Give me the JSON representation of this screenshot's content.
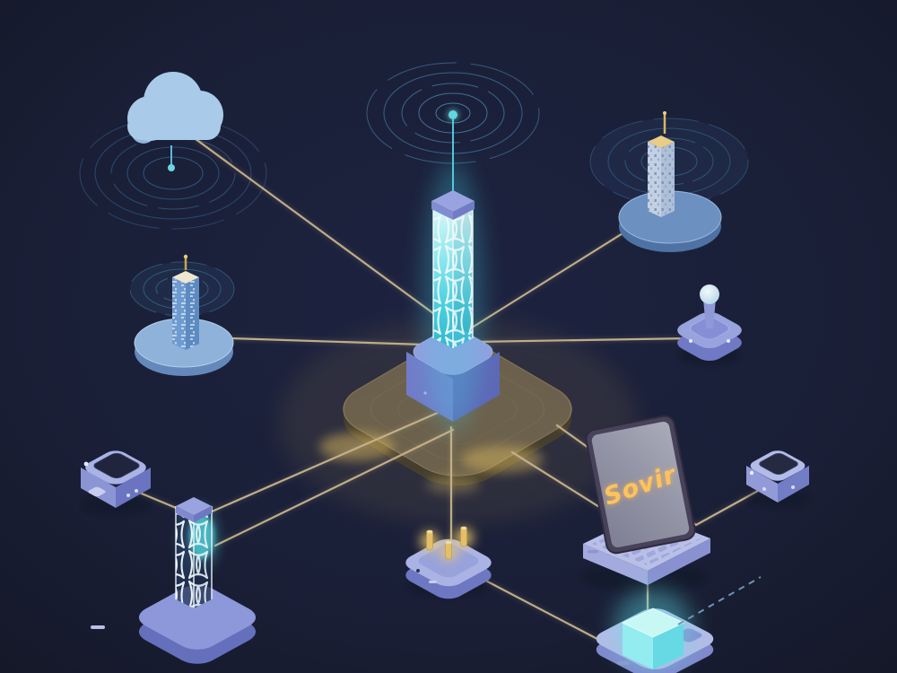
{
  "scene": {
    "description": "Isometric illustration of a communications network: central lattice signal tower on a glowing platform linked to cloud, relay towers, edge devices, a laptop terminal and a data cube",
    "background_color": "#1a1f37",
    "colors": {
      "connection_gold": "#c8b38b",
      "connection_glow": "#ecd9a4",
      "signal_cyan": "#4fc8da",
      "ring_blue": "#3f7099",
      "device_periwinkle": "#9aa4de",
      "platform_olive": "#6f644e",
      "glow_yellow": "#e8c96a",
      "dashed_link_blue": "#6f93b8",
      "screen_text_gold": "#ffc35e"
    },
    "laptop": {
      "screen_text": "Sovir"
    },
    "nodes": [
      {
        "id": "cloud",
        "name": "cloud-service"
      },
      {
        "id": "cloud-rings",
        "name": "cloud-signal-rings"
      },
      {
        "id": "broadcast-rings",
        "name": "broadcast-signal-rings"
      },
      {
        "id": "central-tower",
        "name": "central-signal-tower"
      },
      {
        "id": "platform",
        "name": "glowing-platform"
      },
      {
        "id": "relay-ne",
        "name": "relay-tower-northeast"
      },
      {
        "id": "relay-w",
        "name": "relay-tower-west"
      },
      {
        "id": "joystick",
        "name": "joystick-controller"
      },
      {
        "id": "device-w",
        "name": "edge-device-west"
      },
      {
        "id": "tower-sw",
        "name": "lattice-tower-southwest"
      },
      {
        "id": "pin-connector",
        "name": "pin-connector-module"
      },
      {
        "id": "laptop",
        "name": "laptop-terminal"
      },
      {
        "id": "device-e",
        "name": "edge-device-east"
      },
      {
        "id": "data-cube",
        "name": "glowing-data-cube"
      }
    ],
    "connections": [
      {
        "from": "cloud",
        "to": "platform",
        "style": "gold"
      },
      {
        "from": "platform",
        "to": "relay-ne",
        "style": "gold"
      },
      {
        "from": "relay-w",
        "to": "platform",
        "style": "gold"
      },
      {
        "from": "platform",
        "to": "joystick",
        "style": "gold"
      },
      {
        "from": "platform",
        "to": "tower-sw",
        "style": "gold"
      },
      {
        "from": "platform",
        "to": "tower-sw",
        "style": "gold"
      },
      {
        "from": "platform",
        "to": "pin-connector",
        "style": "gold"
      },
      {
        "from": "pin-connector",
        "to": "data-cube",
        "style": "gold"
      },
      {
        "from": "platform",
        "to": "laptop",
        "style": "gold"
      },
      {
        "from": "device-e",
        "to": "laptop",
        "style": "gold"
      },
      {
        "from": "laptop",
        "to": "data-cube",
        "style": "gold"
      },
      {
        "from": "device-w",
        "to": "tower-sw",
        "style": "gold"
      },
      {
        "from": "broadcast-rings",
        "to": "central-tower",
        "style": "cyan-beam"
      },
      {
        "from": "data-cube",
        "to": "offscreen-east",
        "style": "dashed-blue"
      }
    ]
  }
}
